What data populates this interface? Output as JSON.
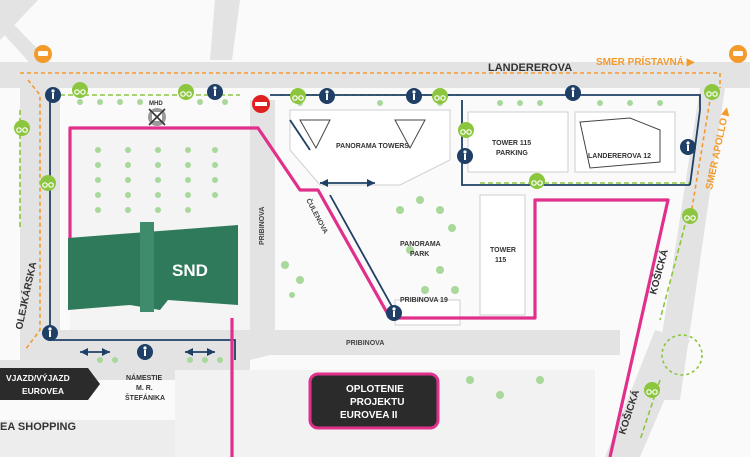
{
  "streets": {
    "landererova": "LANDEREROVA",
    "pribinova_left": "PRIBINOVA",
    "pribinova_bottom": "PRIBINOVA",
    "culenova": "ČULENOVA",
    "olejkarska": "OLEJKÁRSKA",
    "kosicka_upper": "KOŠICKÁ",
    "kosicka_lower": "KOŠICKÁ"
  },
  "directions": {
    "smer_pristavna": "SMER PRÍSTAVNÁ ▶",
    "smer_apollo": "SMER APOLLO ▶"
  },
  "buildings": {
    "snd": "SND",
    "panorama_towers": "PANORAMA TOWERS",
    "panorama_park_1": "PANORAMA",
    "panorama_park_2": "PARK",
    "tower115_parking_1": "TOWER 115",
    "tower115_parking_2": "PARKING",
    "landererova12": "LANDEREROVA 12",
    "tower115_1": "TOWER",
    "tower115_2": "115",
    "pribinova19": "PRIBINOVA 19",
    "mhd": "MHD",
    "namestie_1": "NÁMESTIE",
    "namestie_2": "M. R.",
    "namestie_3": "ŠTEFÁNIKA",
    "eurovea_shopping": "EA SHOPPING"
  },
  "callouts": {
    "vjazd_1": "VJAZD/VÝJAZD",
    "vjazd_2": "EUROVEA",
    "oplotenie_1": "OPLOTENIE",
    "oplotenie_2": "PROJEKTU",
    "oplotenie_3": "EUROVEA II"
  },
  "colors": {
    "fence": "#e0308c",
    "pedestrian": "#1f3f66",
    "cycle": "#8cc63f",
    "traffic": "#f39a2d",
    "snd": "#2f7a5a",
    "callout": "#2b2b2b"
  },
  "icons": [
    "pedestrian-icon",
    "bicycle-icon",
    "car-icon",
    "no-entry-icon",
    "mhd-crossed-bus-icon"
  ]
}
